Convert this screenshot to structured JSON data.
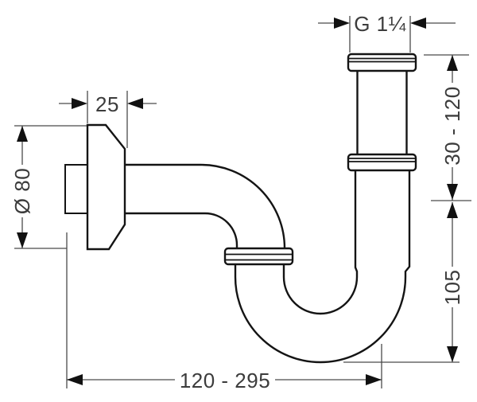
{
  "drawing": {
    "kind": "technical dimension drawing",
    "colors": {
      "background": "#ffffff",
      "outline": "#141414",
      "dimension_lines": "#4a4a4a",
      "label_text": "#3c3c3c"
    },
    "dimensions": {
      "thread_size": {
        "label": "G 1¼"
      },
      "flange_depth": {
        "label": "25"
      },
      "flange_diameter": {
        "label": "Ø 80"
      },
      "inlet_height_range": {
        "label": "30 - 120"
      },
      "trap_depth": {
        "label": "105"
      },
      "wall_distance_range": {
        "label": "120 - 295"
      }
    }
  }
}
